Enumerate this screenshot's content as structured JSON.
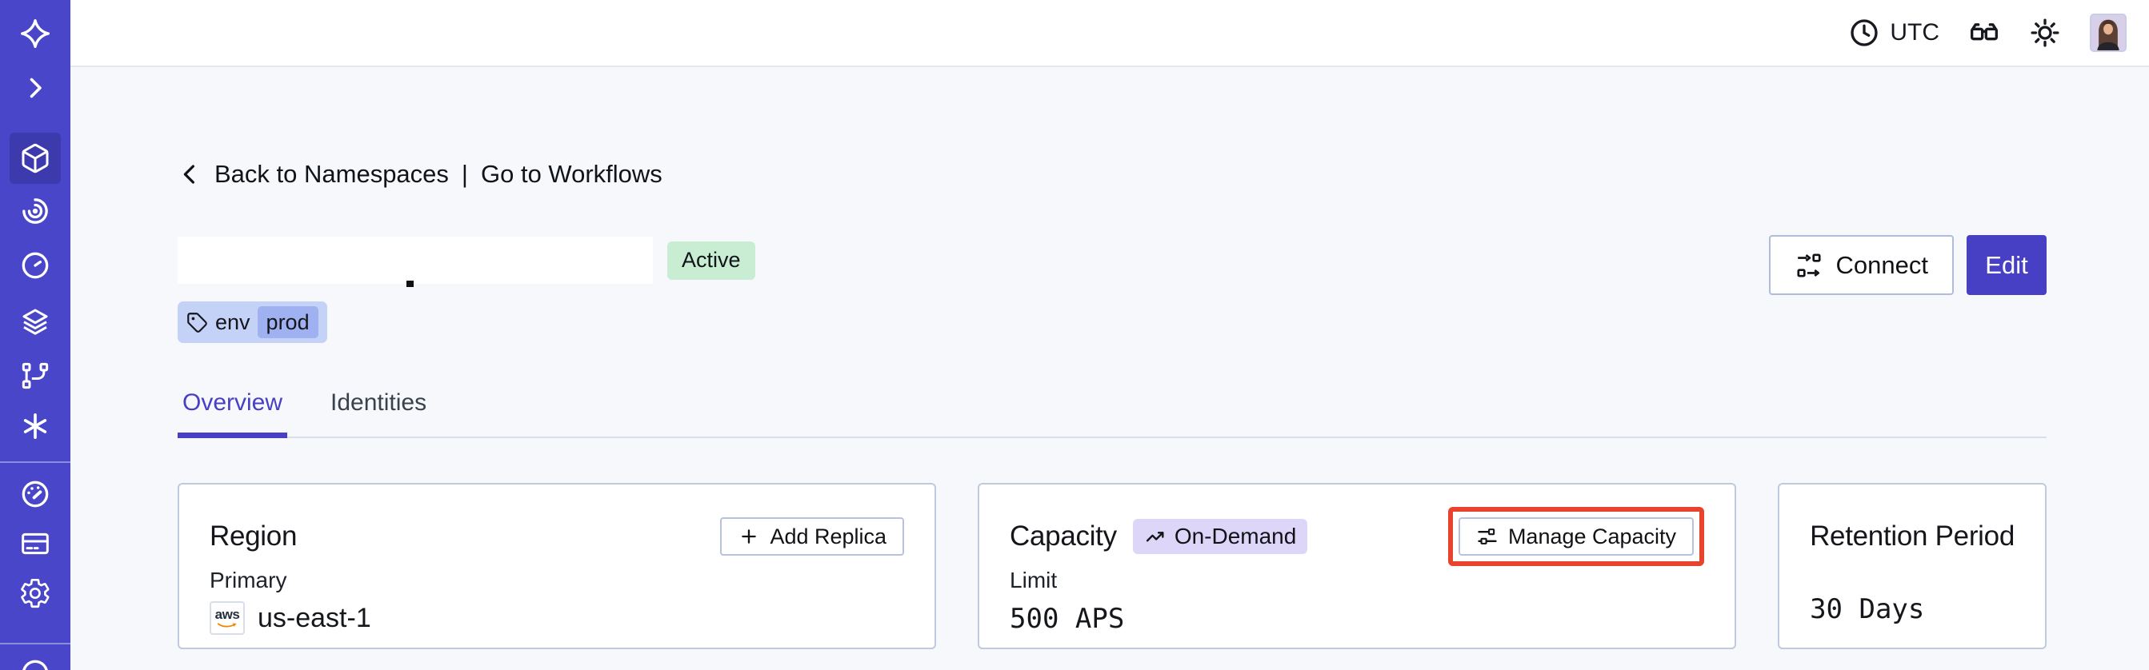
{
  "topbar": {
    "timezone": "UTC",
    "icons": [
      "clock-icon",
      "glasses-icon",
      "light-mode-icon",
      "user-avatar"
    ]
  },
  "sidebar": {
    "active_item": "namespaces",
    "icons": [
      "temporal-logo",
      "expand-chevron-icon",
      "namespaces-cube-icon",
      "workflows-icon",
      "schedules-icon",
      "deployments-icon",
      "batch-operations-icon",
      "nexus-icon",
      "usage-icon",
      "billing-icon",
      "settings-icon",
      "support-icon"
    ]
  },
  "breadcrumb": {
    "back_label": "Back to Namespaces",
    "separator": "|",
    "forward_label": "Go to Workflows"
  },
  "namespace": {
    "status_badge": "Active",
    "tag": {
      "key": "env",
      "value": "prod"
    }
  },
  "header_actions": {
    "connect_label": "Connect",
    "edit_label": "Edit"
  },
  "tabs": [
    {
      "label": "Overview",
      "active": true
    },
    {
      "label": "Identities",
      "active": false
    }
  ],
  "cards": {
    "region": {
      "title": "Region",
      "add_replica_label": "Add Replica",
      "primary_label": "Primary",
      "provider": "aws",
      "region_value": "us-east-1"
    },
    "capacity": {
      "title": "Capacity",
      "badge_label": "On-Demand",
      "manage_label": "Manage Capacity",
      "limit_label": "Limit",
      "limit_value": "500 APS",
      "annotated": true
    },
    "retention": {
      "title": "Retention Period",
      "value": "30 Days"
    }
  },
  "colors": {
    "sidebar": "#4946C9",
    "sidebar_active_tile": "#3D3AAE",
    "accent_indigo": "#4740C4",
    "active_badge_bg": "#C8EDD2",
    "tag_bg": "#C5D2F8",
    "tag_chip_bg": "#9FB1F0",
    "ondemand_bg": "#DED6F9",
    "annotation_red": "#E8432C",
    "card_border": "#BFCADF",
    "page_bg": "#F7F8FB"
  }
}
